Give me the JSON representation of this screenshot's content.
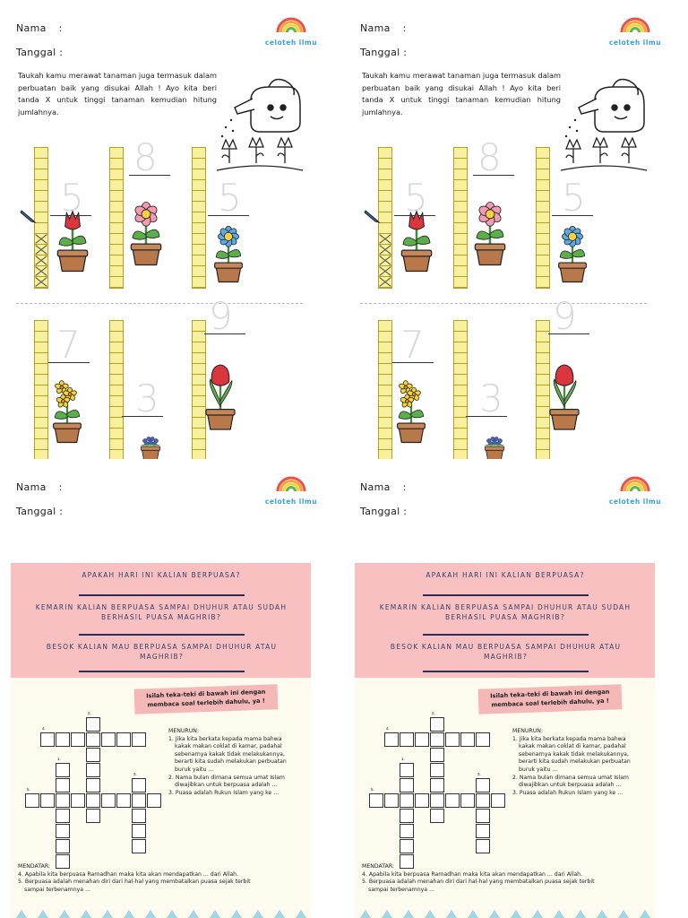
{
  "header": {
    "nama_label": "Nama",
    "nama_colon": ":",
    "tanggal_label": "Tanggal :"
  },
  "logo": {
    "text": "celoteh ilmu"
  },
  "worksheet1": {
    "intro": "Taukah kamu merawat tanaman juga termasuk dalam perbuatan baik yang disukai Allah ! Ayo kita beri tanda X untuk tinggi tanaman kemudian hitung jumlahnya.",
    "answers": [
      "5",
      "8",
      "5",
      "7",
      "3",
      "9"
    ],
    "example_marked_cells": 5,
    "ruler_cells": 13
  },
  "worksheet2": {
    "q1": "APAKAH HARI INI KALIAN BERPUASA?",
    "q2": "KEMARIN KALIAN BERPUASA SAMPAI DHUHUR ATAU SUDAH BERHASIL PUASA MAGHRIB?",
    "q3": "BESOK KALIAN MAU BERPUASA SAMPAI DHUHUR ATAU MAGHRIB?",
    "banner": "Isilah teka-teki di bawah ini dengan membaca soal terlebih dahulu, ya !",
    "down_title": "MENURUN:",
    "down_1": "1. Jika kita berkata kepada mama bahwa",
    "down_1b": "kakak makan coklat di kamar, padahal",
    "down_1c": "sebenarnya kakak tidak melakukannya,",
    "down_1d": "berarti kita sudah melakukan perbuatan",
    "down_1e": "buruk yaitu ...",
    "down_2": "2. Nama bulan dimana semua umat Islam",
    "down_2b": "diwajibkan untuk berpuasa adalah ...",
    "down_3": "3. Puasa adalah Rukun Islam yang ke ...",
    "across_title": "MENDATAR:",
    "across_4": "4. Apabila kita berpuasa Ramadhan maka kita akan mendapatkan ... dari Allah.",
    "across_5": "5. Berpuasa adalah menahan diri dari hal-hal yang membatalkan puasa sejak terbit",
    "across_5b": "sampai terbenamnya ...",
    "cw_numbers": [
      "1.",
      "2.",
      "3.",
      "4.",
      "5."
    ]
  },
  "colors": {
    "pink": "#f8c0c0",
    "cream": "#fdfaee",
    "ruler": "#f7f0a0",
    "navy": "#2c2f5a"
  }
}
